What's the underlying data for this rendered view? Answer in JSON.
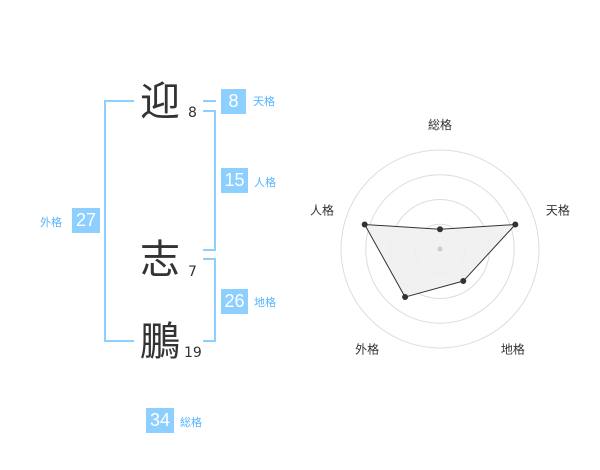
{
  "name": {
    "chars": [
      {
        "char": "迎",
        "strokes": "8"
      },
      {
        "char": "志",
        "strokes": "7"
      },
      {
        "char": "鵬",
        "strokes": "19"
      }
    ]
  },
  "kakusu": {
    "tenkaku": {
      "value": "8",
      "label": "天格"
    },
    "jinkaku": {
      "value": "15",
      "label": "人格"
    },
    "chikaku": {
      "value": "26",
      "label": "地格"
    },
    "gaikaku": {
      "value": "27",
      "label": "外格"
    },
    "soukaku": {
      "value": "34",
      "label": "総格"
    }
  },
  "colors": {
    "accent": "#8dcfff",
    "label": "#55b4ff",
    "text": "#333333"
  },
  "chart_data": {
    "type": "radar",
    "axes": [
      "総格",
      "天格",
      "地格",
      "外格",
      "人格"
    ],
    "values": [
      1,
      4,
      2,
      3,
      4
    ],
    "max": 5,
    "rings": 4
  }
}
